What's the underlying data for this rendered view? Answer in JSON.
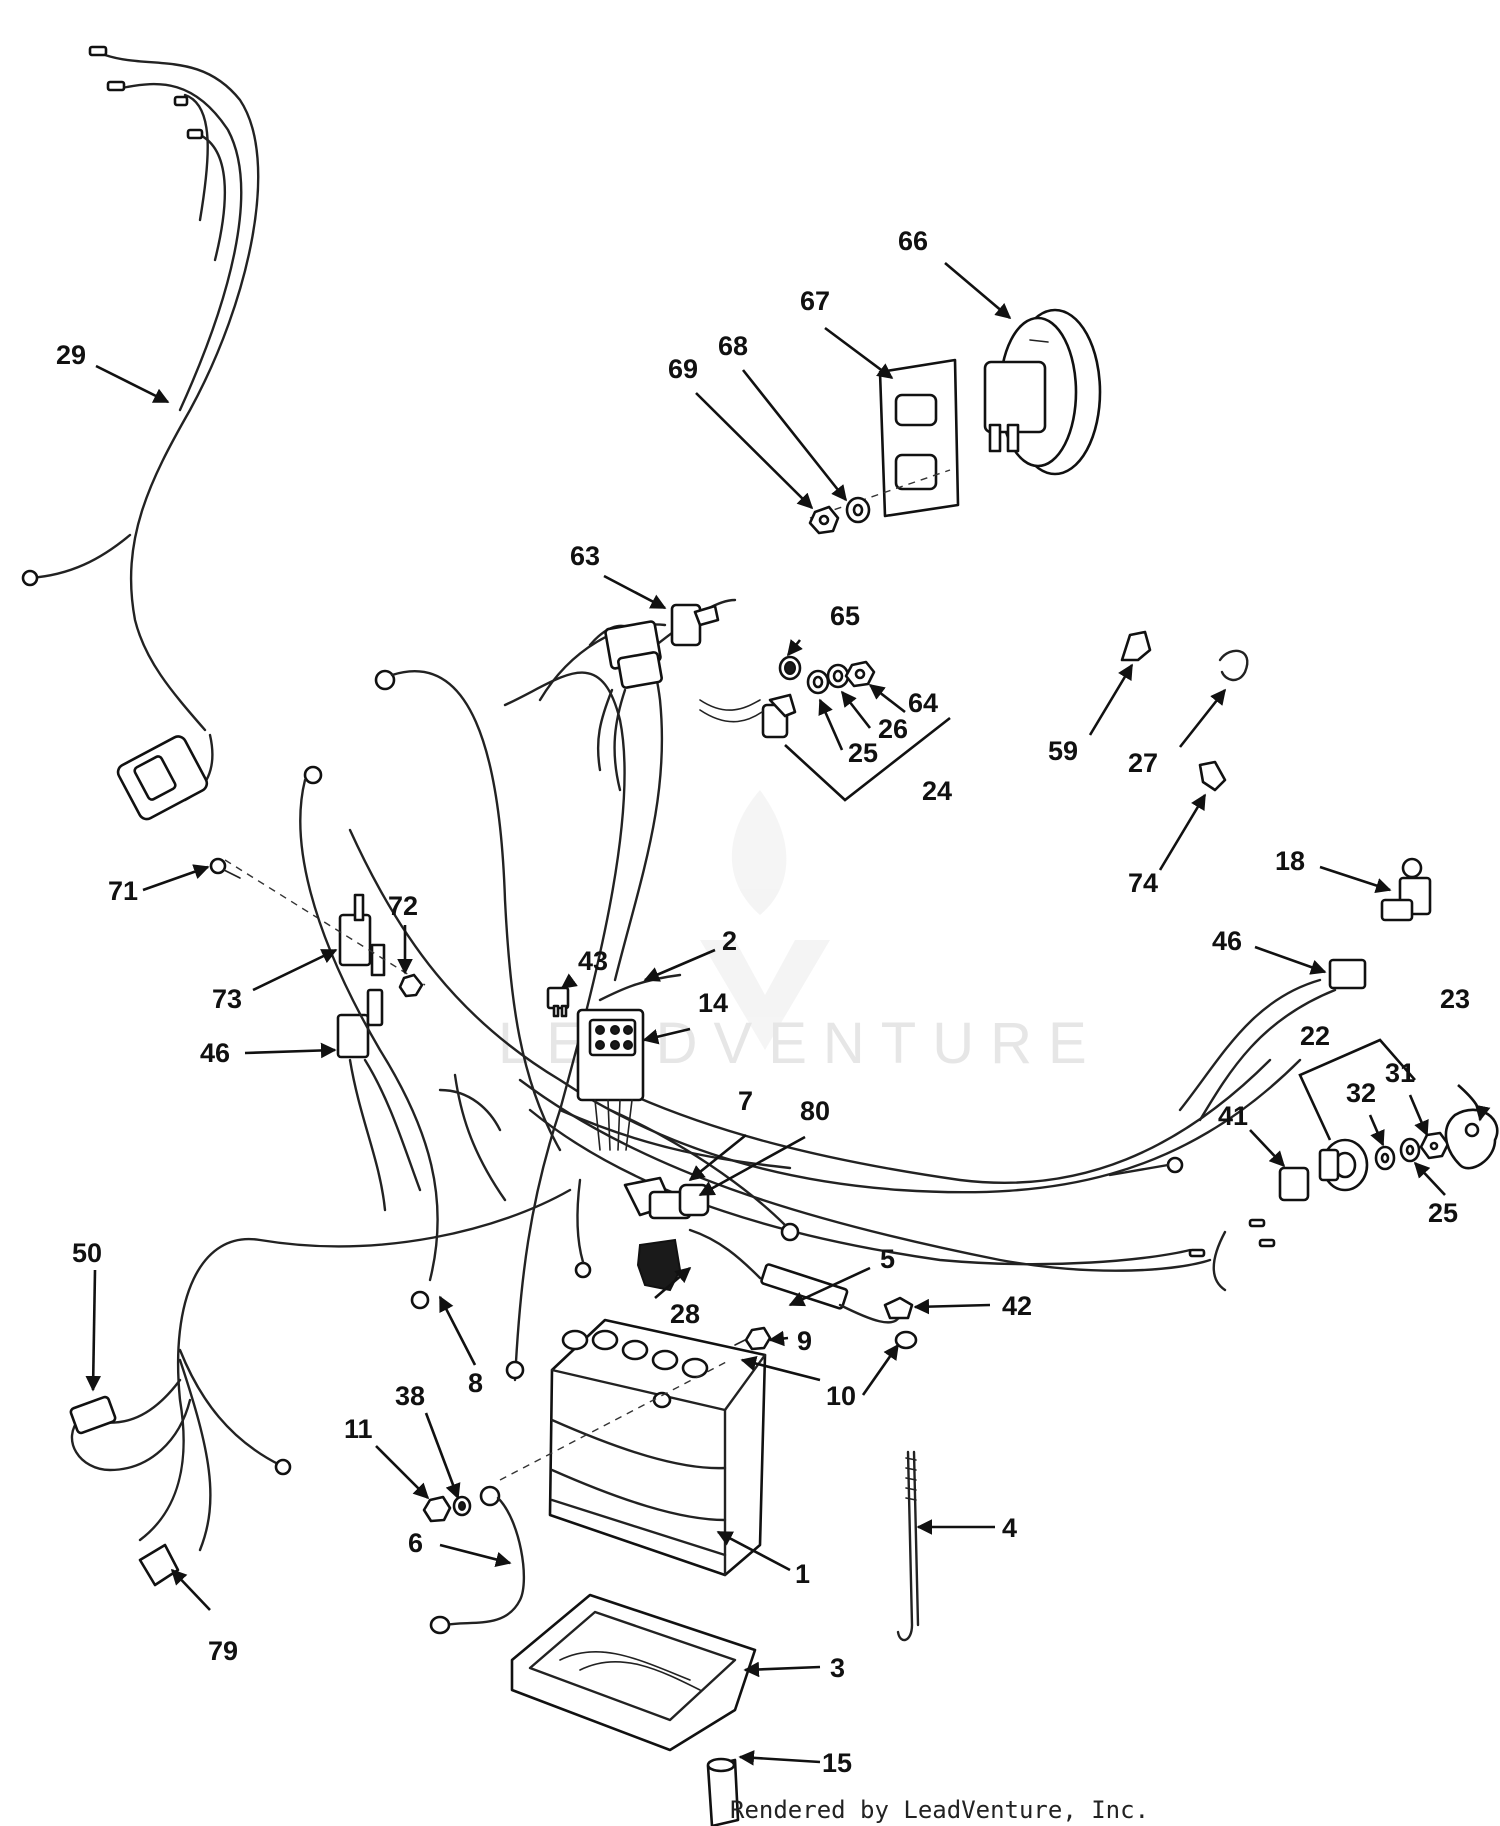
{
  "diagram": {
    "callouts": [
      "29",
      "66",
      "67",
      "68",
      "69",
      "63",
      "65",
      "64",
      "26",
      "25",
      "24",
      "59",
      "27",
      "74",
      "18",
      "46",
      "71",
      "72",
      "73",
      "43",
      "2",
      "14",
      "46",
      "22",
      "31",
      "23",
      "32",
      "25",
      "41",
      "7",
      "80",
      "50",
      "5",
      "42",
      "28",
      "9",
      "10",
      "8",
      "38",
      "11",
      "6",
      "1",
      "4",
      "79",
      "3",
      "15"
    ],
    "watermark": "LEADVENTURE",
    "footer": "Rendered by LeadVenture, Inc."
  }
}
